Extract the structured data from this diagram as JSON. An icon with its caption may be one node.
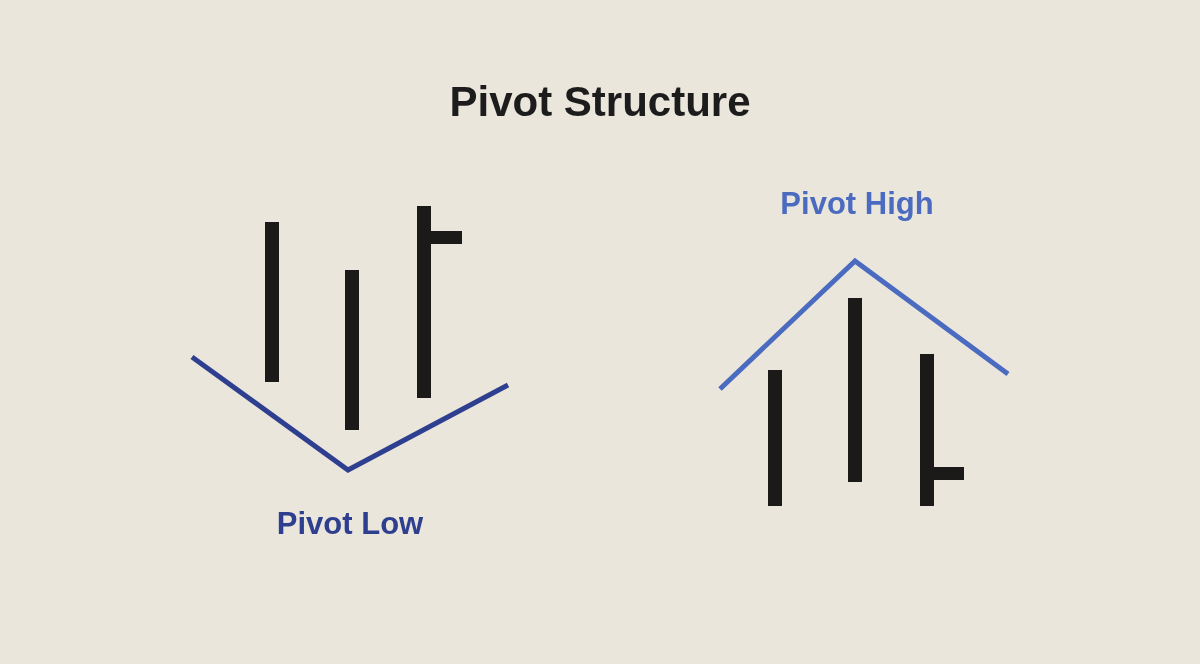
{
  "diagram": {
    "title": "Pivot Structure",
    "labels": [
      "Pivot High",
      "Pivot Low"
    ]
  }
}
